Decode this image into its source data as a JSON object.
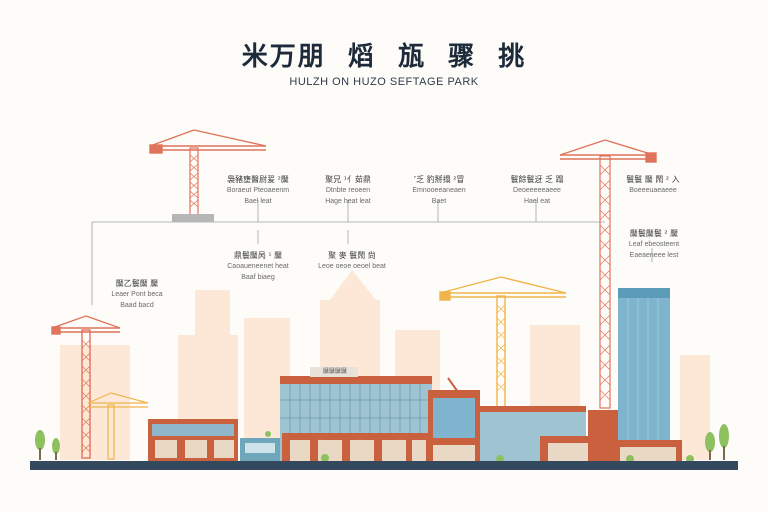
{
  "header": {
    "title": "米万朋 ​​ 熖 ​​ 瓬 ​​ 骤 ​​ 挑",
    "subtitle": "HULZH ON HUZO SEFTAGE PARK"
  },
  "callouts": [
    {
      "id": "c1",
      "cn": "裊豬壅醫尉爰 ²黶",
      "en1": "Boraeut Pteoaeenm",
      "en2": "Bael leat"
    },
    {
      "id": "c2",
      "cn": "聚兄 ¹亻茹鼎",
      "en1": "Dtnbte reoeen",
      "en2": "Hage heat leat"
    },
    {
      "id": "c3",
      "cn": "’乏 豹掰搨 ²冒",
      "en1": "Emnooeeaneaen",
      "en2": "Baet"
    },
    {
      "id": "c4",
      "cn": "鬟餘鬟迓 乏 蹋",
      "en1": "Deoeeeeeaeee",
      "en2": "Hael eat"
    },
    {
      "id": "c5",
      "cn": "鼎鬟黶呙 ¹ 黶",
      "en1": "Caoaueneenet heat",
      "en2": "Baaf biaeg"
    },
    {
      "id": "c6",
      "cn": "聚 麥 鬟鬧 尙",
      "en1": "Leoe oeoe oeoel beat",
      "en2": ""
    },
    {
      "id": "c7",
      "cn": "黶乙鬟黶 黶",
      "en1": "Leaer Pont beca",
      "en2": "Baad bacd"
    },
    {
      "id": "c8",
      "cn": "鬟鬟 黶 鬧 ² 入",
      "en1": "Boeeeuaeaeee",
      "en2": ""
    },
    {
      "id": "c9",
      "cn": "黶鬟黶鬟 ² 黶",
      "en1": "Leaf ebeosteent",
      "en2": "Eaeaeneee lest"
    }
  ],
  "building_signs": {
    "main": "黶黶黶黶"
  },
  "colors": {
    "background": "#fdfcf8",
    "crane_red": "#e0735c",
    "crane_yellow": "#f0b44a",
    "sky_building": "#fde4d2",
    "glass_blue": "#7fb4cf",
    "brick": "#c9613f",
    "ground": "#34495e",
    "tree": "#8ec060"
  }
}
